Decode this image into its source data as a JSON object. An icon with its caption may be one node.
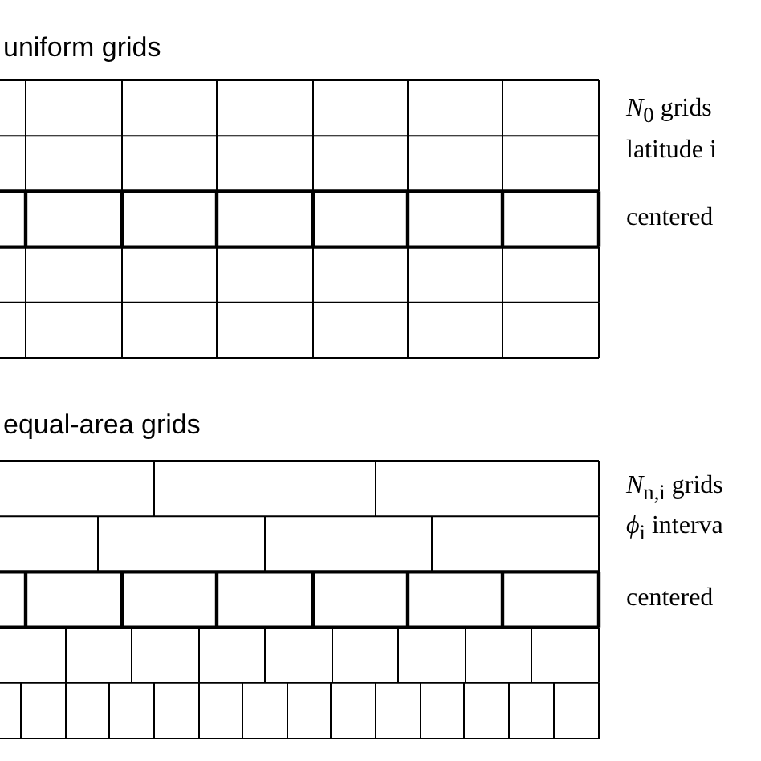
{
  "diagram": {
    "labels": [
      "uniform grids",
      "*N*$_{0}$ grids",
      "latitude i",
      "centered",
      "equal-area grids",
      "*N*$_{n,i}$ grids",
      "*ϕ*$_{i}$ interva",
      "centered"
    ]
  }
}
